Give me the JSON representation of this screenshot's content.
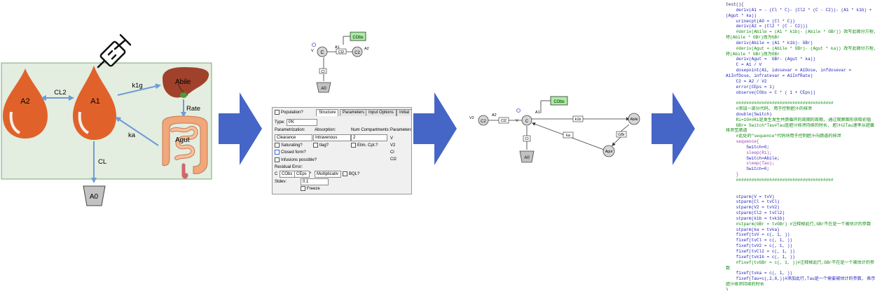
{
  "colors": {
    "panel_bg": "#e3ede0",
    "panel_border": "#7aa87a",
    "drop": "#e0622a",
    "arrow": "#6f9bd6",
    "big_arrow": "#4566c7",
    "obs_green": "#a9f0a0",
    "node_fill": "#d7d7d7"
  },
  "panel1": {
    "drop_a2": "A2",
    "drop_a1": "A1",
    "edge_cl2": "CL2",
    "edge_k1g": "k1g",
    "organ_abile": "Abile",
    "edge_rate": "Rate",
    "edge_ka": "ka",
    "organ_agut": "Agut",
    "edge_cl": "CL",
    "node_a0": "A0"
  },
  "panel2": {
    "n_c": "C",
    "n_c2": "C2",
    "n_cobs": "CObs",
    "l_a1": "A1",
    "l_cl2": "Cl2",
    "l_a2": "A2",
    "l_cl": "Cl",
    "n_a0": "A0",
    "l_v": "V"
  },
  "panel3": {
    "population": "Population?",
    "tabs": [
      "Structure",
      "Parameters",
      "Input Options",
      "Initial"
    ],
    "type_label": "Type:",
    "type_value": "PK",
    "param_label": "Parametrization:",
    "absorption_label": "Absorption:",
    "numcomp_label": "Num Compartments:",
    "parameters_label": "Parameters",
    "param_value": "Clearance",
    "absorption_value": "Intravenous",
    "numcomp_value": "2",
    "param_list": [
      "V",
      "V2",
      "Cl",
      "Cl2"
    ],
    "saturating": "Saturating?",
    "tlag": "tlag?",
    "elim_cpt": "Elim. Cpt.?",
    "closed_form": "Closed form?",
    "infusions": "Infusions possible?",
    "residual_error": "Residual Error:",
    "c_label": "C",
    "cobs": "CObs",
    "ceps": "CEps",
    "star": "*",
    "multiplicative": "Multiplicativ",
    "bql": "BQL?",
    "stdev_label": "Stdev:",
    "stdev_value": "0.1",
    "freeze": "Freeze"
  },
  "panel4": {
    "n_c2": "C2",
    "l_v2": "V2",
    "l_a2": "A2",
    "l_cl2": "Cl2",
    "n_c": "C",
    "l_a1": "A1",
    "n_cobs": "CObs",
    "l_v": "V",
    "l_k1b": "k1b",
    "n_abile": "Abile",
    "l_ka": "ka",
    "l_gbr": "GBr",
    "n_agut": "Agut",
    "l_cl": "Cl",
    "n_a0": "A0"
  },
  "code_lines": [
    {
      "t": "test(){",
      "c": "c-dark"
    },
    {
      "t": "    deriv(A1 = - (Cl * C)- (Cl2 * (C - C2))- (A1 * k1b) +",
      "c": "c-blue"
    },
    {
      "t": "(Agut * ka))",
      "c": "c-blue"
    },
    {
      "t": "    urinecpt(A0 = (Cl * C))",
      "c": "c-blue"
    },
    {
      "t": "    deriv(A2 = (Cl2 * (C - C2)))",
      "c": "c-blue"
    },
    {
      "t": "    #deriv(Abile = (A1 * k1b)- (Abile * GBr)) 改写此微分方程,",
      "c": "c-green"
    },
    {
      "t": "将(Abile * GBr)改为GBr",
      "c": "c-green"
    },
    {
      "t": "    deriv(Abile = (A1 * k1b)- GBr)",
      "c": "c-blue"
    },
    {
      "t": "    #deriv(Agut = (Abile * GBr)- (Agut * ka)) 改写此微分方程,",
      "c": "c-green"
    },
    {
      "t": "将(Abile * GBr)改为GBr",
      "c": "c-green"
    },
    {
      "t": "    deriv(Agut =  GBr- (Agut * ka))",
      "c": "c-blue"
    },
    {
      "t": "    C = A1 / V",
      "c": "c-blue"
    },
    {
      "t": "    dosepoint(A1, idosevar = A1Dose, infdosevar =",
      "c": "c-blue"
    },
    {
      "t": "A1InfDose, infratevar = A1InfRate)",
      "c": "c-blue"
    },
    {
      "t": "    C2 = A2 / V2",
      "c": "c-blue"
    },
    {
      "t": "    error(CEps = 1)",
      "c": "c-blue"
    },
    {
      "t": "    observe(CObs = C * ( 1 + CEps))",
      "c": "c-blue"
    },
    {
      "t": "",
      "c": "c-blue"
    },
    {
      "t": "    ######################################",
      "c": "c-green"
    },
    {
      "t": "    #添加一部分代码, 用于控制胆汁的排泄",
      "c": "c-green"
    },
    {
      "t": "    double(Switch)",
      "c": "c-blue"
    },
    {
      "t": "    Ri=10##Ri是发生发生并肠循环的周期的周期, 通过观察图形获取初值",
      "c": "c-green"
    },
    {
      "t": "    GBr= Switch*Tau#Tau是胆汁排泄持续的时长, 胆汁以Tau速率从胆囊",
      "c": "c-green"
    },
    {
      "t": "排泄至肠道",
      "c": "c-green"
    },
    {
      "t": "    #此处的\"sequence\"代码块用于控制胆汁向肠道的排泄",
      "c": "c-green"
    },
    {
      "t": "    sequence{",
      "c": "c-purple"
    },
    {
      "t": "        Switch=0;",
      "c": "c-blue"
    },
    {
      "t": "        sleep(Ri);",
      "c": "c-purple"
    },
    {
      "t": "        Switch=Abile;",
      "c": "c-blue"
    },
    {
      "t": "        sleep(Tau);",
      "c": "c-purple"
    },
    {
      "t": "        Switch=0;",
      "c": "c-blue"
    },
    {
      "t": "    }",
      "c": "c-purple"
    },
    {
      "t": "    ######################################",
      "c": "c-green"
    },
    {
      "t": "",
      "c": "c-blue"
    },
    {
      "t": "",
      "c": "c-blue"
    },
    {
      "t": "    stparm(V = tvV)",
      "c": "c-blue"
    },
    {
      "t": "    stparm(Cl = tvCl)",
      "c": "c-blue"
    },
    {
      "t": "    stparm(V2 = tvV2)",
      "c": "c-blue"
    },
    {
      "t": "    stparm(Cl2 = tvCl2)",
      "c": "c-blue"
    },
    {
      "t": "    stparm(k1b = tvk1b)",
      "c": "c-blue"
    },
    {
      "t": "    #stparm(GBr = tvGBr) #注释掉此行,GBr不在是一个被估计的参数",
      "c": "c-green"
    },
    {
      "t": "    stparm(ka = tvka)",
      "c": "c-blue"
    },
    {
      "t": "    fixef(tvV = c(, 1, ))",
      "c": "c-blue"
    },
    {
      "t": "    fixef(tvCl = c(, 1, ))",
      "c": "c-blue"
    },
    {
      "t": "    fixef(tvV2 = c(, 1, ))",
      "c": "c-blue"
    },
    {
      "t": "    fixef(tvCl2 = c(, 1, ))",
      "c": "c-blue"
    },
    {
      "t": "    fixef(tvk1b = c(, 1, ))",
      "c": "c-blue"
    },
    {
      "t": "    #fixef(tvGBr = c(, 1, ))#注释掉此行,GBr不在是一个被估计的参",
      "c": "c-green"
    },
    {
      "t": "数",
      "c": "c-green"
    },
    {
      "t": "    fixef(tvka = c(, 1, ))",
      "c": "c-blue"
    },
    {
      "t": "    fixef(Tau=c(,2,8,))#添加此行,Tau是一个需要被估计的参数, 表示",
      "c": "c-blue"
    },
    {
      "t": "胆汁排泄持续的时长",
      "c": "c-green"
    },
    {
      "t": "}",
      "c": "c-dark"
    }
  ]
}
